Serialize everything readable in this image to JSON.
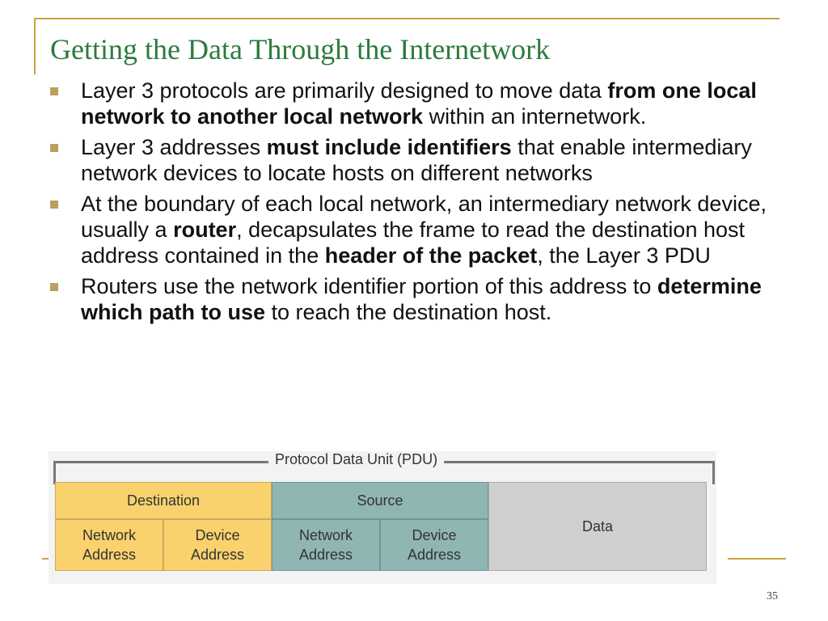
{
  "slide": {
    "title": "Getting the Data Through the Internetwork",
    "page_number": "35"
  },
  "bullets": [
    {
      "t1": "Layer 3 protocols are primarily designed to move data ",
      "b1": "from one local network to another local network",
      "t2": " within an internetwork.",
      "b2": "",
      "t3": ""
    },
    {
      "t1": "Layer 3 addresses ",
      "b1": "must include identifiers",
      "t2": " that enable intermediary network devices to locate hosts on different networks",
      "b2": "",
      "t3": ""
    },
    {
      "t1": "At the boundary of each local network, an intermediary network device, usually a ",
      "b1": "router",
      "t2": ", decapsulates the frame to read the destination host address contained in the ",
      "b2": "header of the packet",
      "t3": ", the Layer 3 PDU"
    },
    {
      "t1": "Routers use the network identifier portion of this address to ",
      "b1": "determine which path to use",
      "t2": " to reach the destination host.",
      "b2": "",
      "t3": ""
    }
  ],
  "pdu_diagram": {
    "title": "Protocol Data Unit (PDU)",
    "destination": "Destination",
    "source": "Source",
    "data": "Data",
    "dest_network_1": "Network",
    "dest_network_2": "Address",
    "dest_device_1": "Device",
    "dest_device_2": "Address",
    "src_network_1": "Network",
    "src_network_2": "Address",
    "src_device_1": "Device",
    "src_device_2": "Address"
  }
}
